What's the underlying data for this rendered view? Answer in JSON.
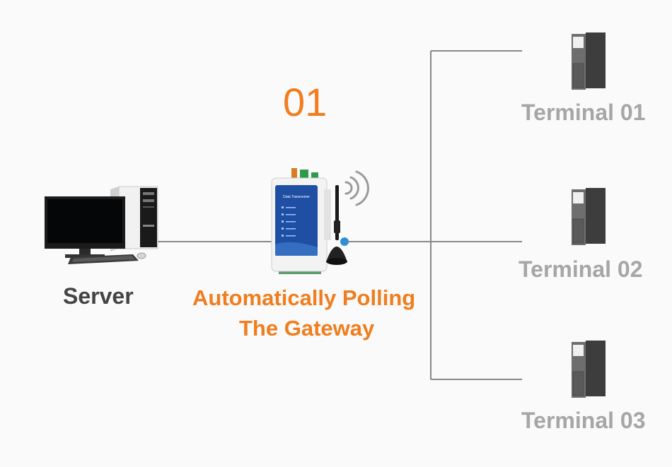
{
  "step_number": "01",
  "server": {
    "label": "Server"
  },
  "gateway": {
    "label_line1": "Automatically Polling",
    "label_line2": "The Gateway",
    "panel_title": "Data Transceiver"
  },
  "terminals": [
    {
      "label": "Terminal 01"
    },
    {
      "label": "Terminal 02"
    },
    {
      "label": "Terminal 03"
    }
  ],
  "colors": {
    "accent": "#f07d1e",
    "server_label": "#444444",
    "terminal_label": "#a6a6a6",
    "line": "#888888",
    "gateway_panel": "#1f4fa3",
    "signal_dot": "#2d8fd6"
  },
  "icons": [
    "desktop-computer-icon",
    "gateway-device-icon",
    "antenna-icon",
    "wireless-signal-icon",
    "terminal-server-icon"
  ]
}
